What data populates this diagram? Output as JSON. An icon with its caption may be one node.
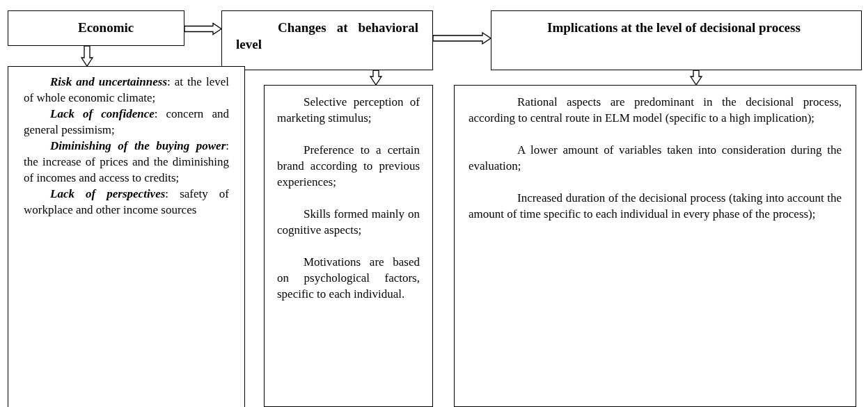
{
  "diagram": {
    "nodes": [
      {
        "text": [
          "Economic"
        ]
      },
      {
        "text": [
          "Changes at behavioral level"
        ]
      },
      {
        "text": [
          "Implications at the level of decisional process"
        ]
      },
      {
        "text": [
          "**Risk and uncertainness**: at the level of whole economic climate;",
          "**Lack of confidence**: concern and general pessimism;",
          "**Diminishing of the buying power**: the increase of prices and the diminishing of incomes and access to credits;",
          "**Lack of perspectives**: safety of workplace and other income sources"
        ]
      },
      {
        "text": [
          "Selective perception of marketing stimulus;",
          "Preference to a certain brand according to previous experiences;",
          "Skills formed mainly on cognitive aspects;",
          "Motivations are based on psychological factors, specific to each individual."
        ]
      },
      {
        "text": [
          "Rational aspects are predominant in the decisional process, according to central route in ELM model (specific to a high implication);",
          "A lower amount of variables taken into consideration during the evaluation;",
          "Increased duration of the decisional process (taking into account the amount of time specific to each individual in every phase of the process);"
        ]
      }
    ],
    "edges": [
      {
        "from": 0,
        "to": 1,
        "arrow": "to"
      },
      {
        "from": 1,
        "to": 2,
        "arrow": "to"
      },
      {
        "from": 0,
        "to": 3,
        "arrow": "to"
      },
      {
        "from": 1,
        "to": 4,
        "arrow": "to"
      },
      {
        "from": 2,
        "to": 5,
        "arrow": "to"
      }
    ]
  }
}
